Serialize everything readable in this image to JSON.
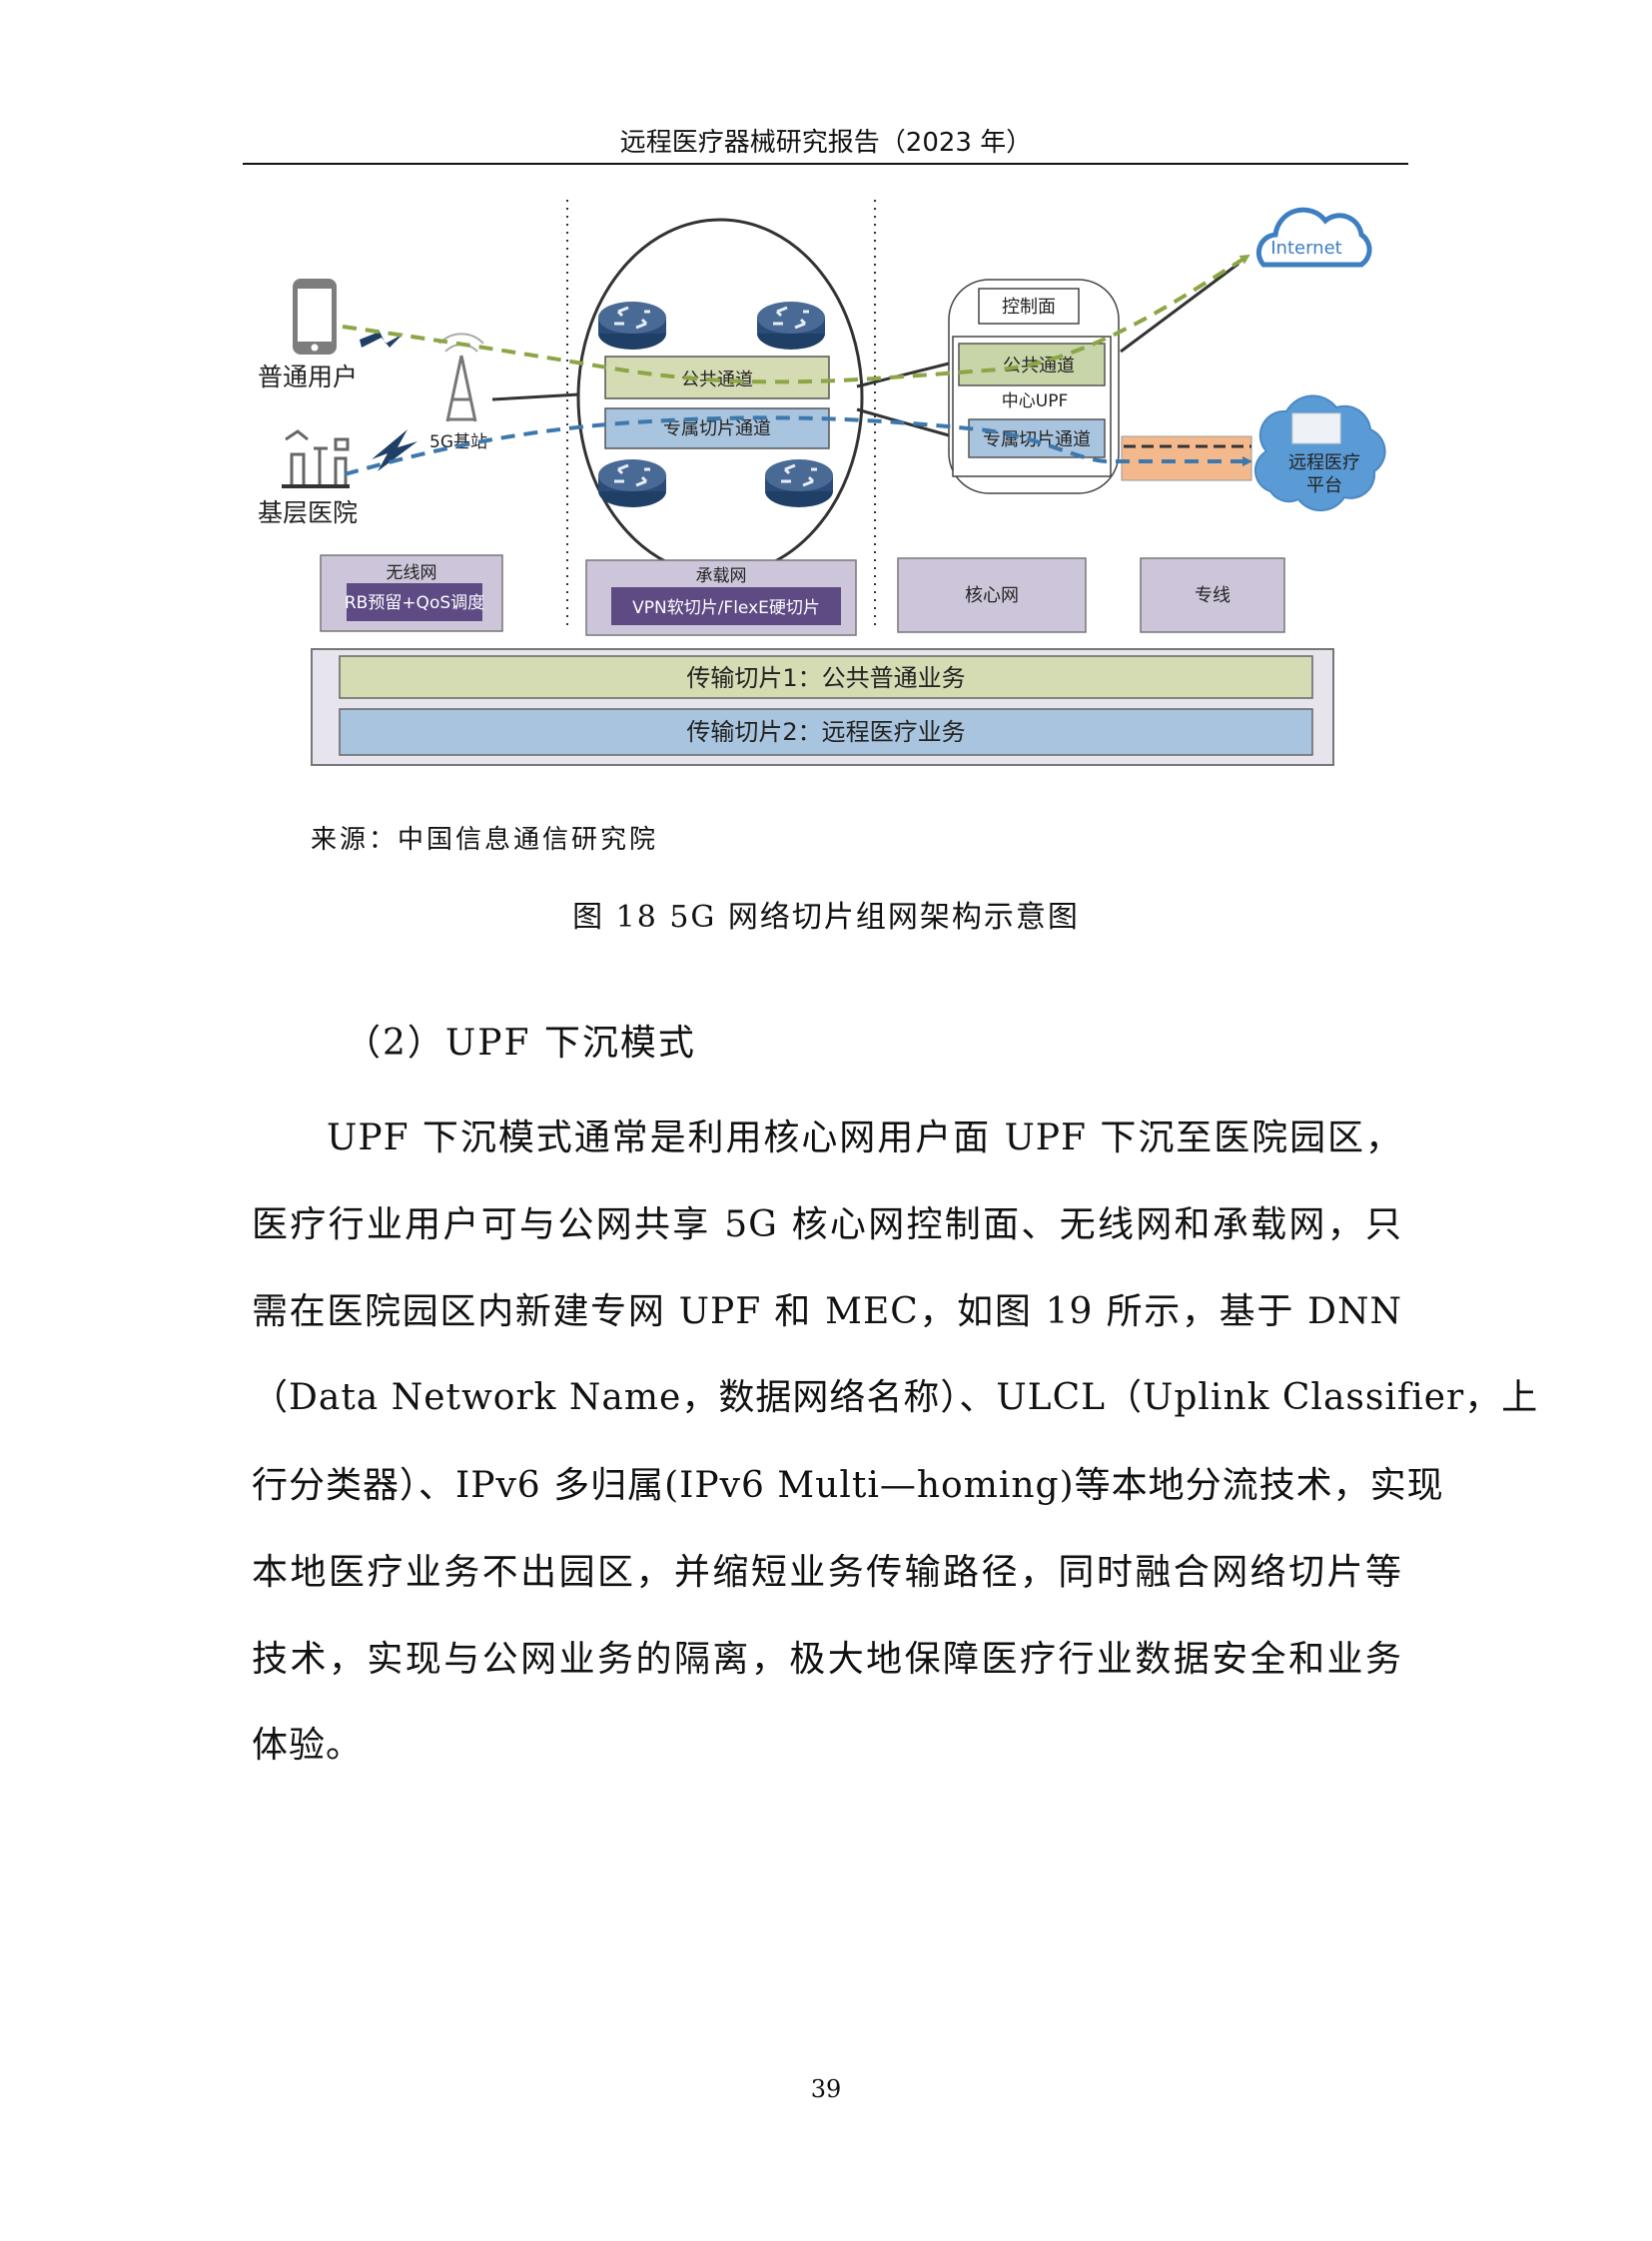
{
  "header": {
    "title": "远程医疗器械研究报告（2023 年）"
  },
  "figure": {
    "nodes": {
      "ordinary_user": "普通用户",
      "base_station": "5G基站",
      "grassroots_hospital": "基层医院",
      "internet": "Internet",
      "telemedicine_platform_line1": "远程医疗",
      "telemedicine_platform_line2": "平台"
    },
    "bearer_ring": {
      "public_channel": "公共通道",
      "dedicated_channel": "专属切片通道"
    },
    "core": {
      "control_plane": "控制面",
      "public_channel": "公共通道",
      "center_upf": "中心UPF",
      "dedicated_channel": "专属切片通道"
    },
    "layers": [
      {
        "title": "无线网",
        "detail": "RB预留+QoS调度"
      },
      {
        "title": "承载网",
        "detail": "VPN软切片/FlexE硬切片"
      },
      {
        "title": "核心网"
      },
      {
        "title": "专线"
      }
    ],
    "slices": [
      {
        "label": "传输切片1：公共普通业务",
        "color": "#d5dbb3"
      },
      {
        "label": "传输切片2：远程医疗业务",
        "color": "#a9c4de"
      }
    ],
    "colors": {
      "public_path": "#8ca646",
      "dedicated_path": "#3d78ad",
      "router": "#3b5a84",
      "layer_box": "#cdc6da",
      "layer_detail": "#5e4b84",
      "leased_line": "#f3b98c",
      "cloud_blue": "#5b9bd5"
    },
    "source": "来源：中国信息通信研究院",
    "caption": "图 18 5G 网络切片组网架构示意图"
  },
  "section": {
    "heading": "（2）UPF 下沉模式",
    "lines": [
      "UPF 下沉模式通常是利用核心网用户面 UPF 下沉至医院园区，",
      "医疗行业用户可与公网共享 5G 核心网控制面、无线网和承载网，只",
      "需在医院园区内新建专网 UPF 和 MEC，如图 19 所示，基于 DNN",
      "（Data Network Name，数据网络名称）、ULCL（Uplink Classifier，上",
      "行分类器）、IPv6 多归属(IPv6 Multi—homing)等本地分流技术，实现",
      "本地医疗业务不出园区，并缩短业务传输路径，同时融合网络切片等",
      "技术，实现与公网业务的隔离，极大地保障医疗行业数据安全和业务",
      "体验。"
    ]
  },
  "footer": {
    "page_number": "39"
  }
}
